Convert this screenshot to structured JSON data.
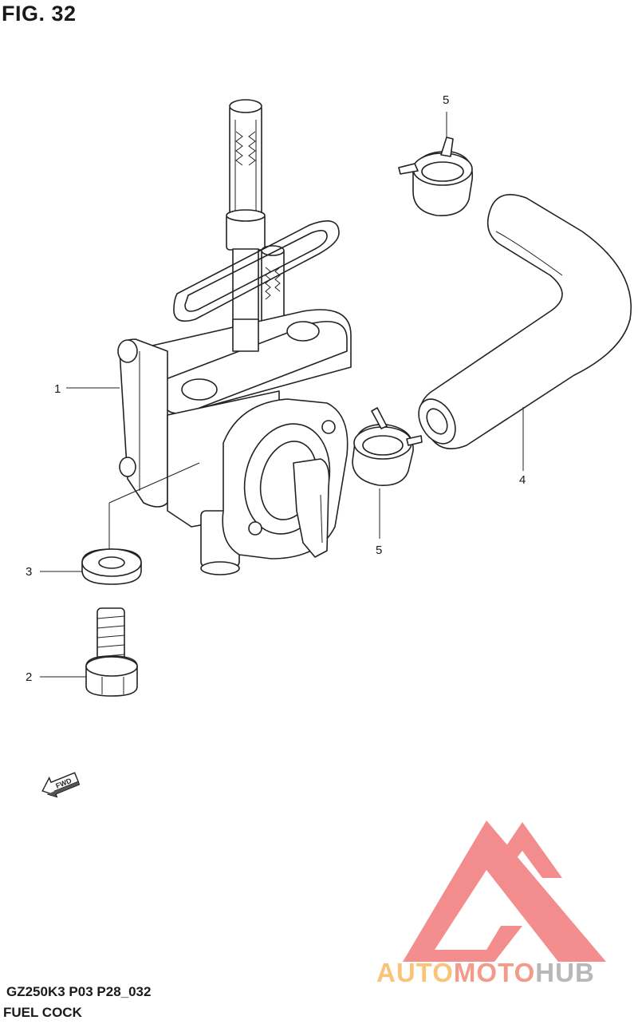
{
  "figure": {
    "title": "FIG. 32",
    "model_code": "GZ250K3 P03 P28_032",
    "caption": "FUEL COCK",
    "fwd_label": "FWD"
  },
  "callouts": [
    {
      "id": "1",
      "label": "1"
    },
    {
      "id": "2",
      "label": "2"
    },
    {
      "id": "3",
      "label": "3"
    },
    {
      "id": "4",
      "label": "4"
    },
    {
      "id": "5a",
      "label": "5"
    },
    {
      "id": "5b",
      "label": "5"
    }
  ],
  "watermark": {
    "part1": "AUTO",
    "part2": "MOTO",
    "part3": "HUB",
    "colors": {
      "auto": "#f7c47a",
      "moto": "#f39a8a",
      "hub": "#b8b8b8",
      "logo": "#f27a7a"
    }
  }
}
